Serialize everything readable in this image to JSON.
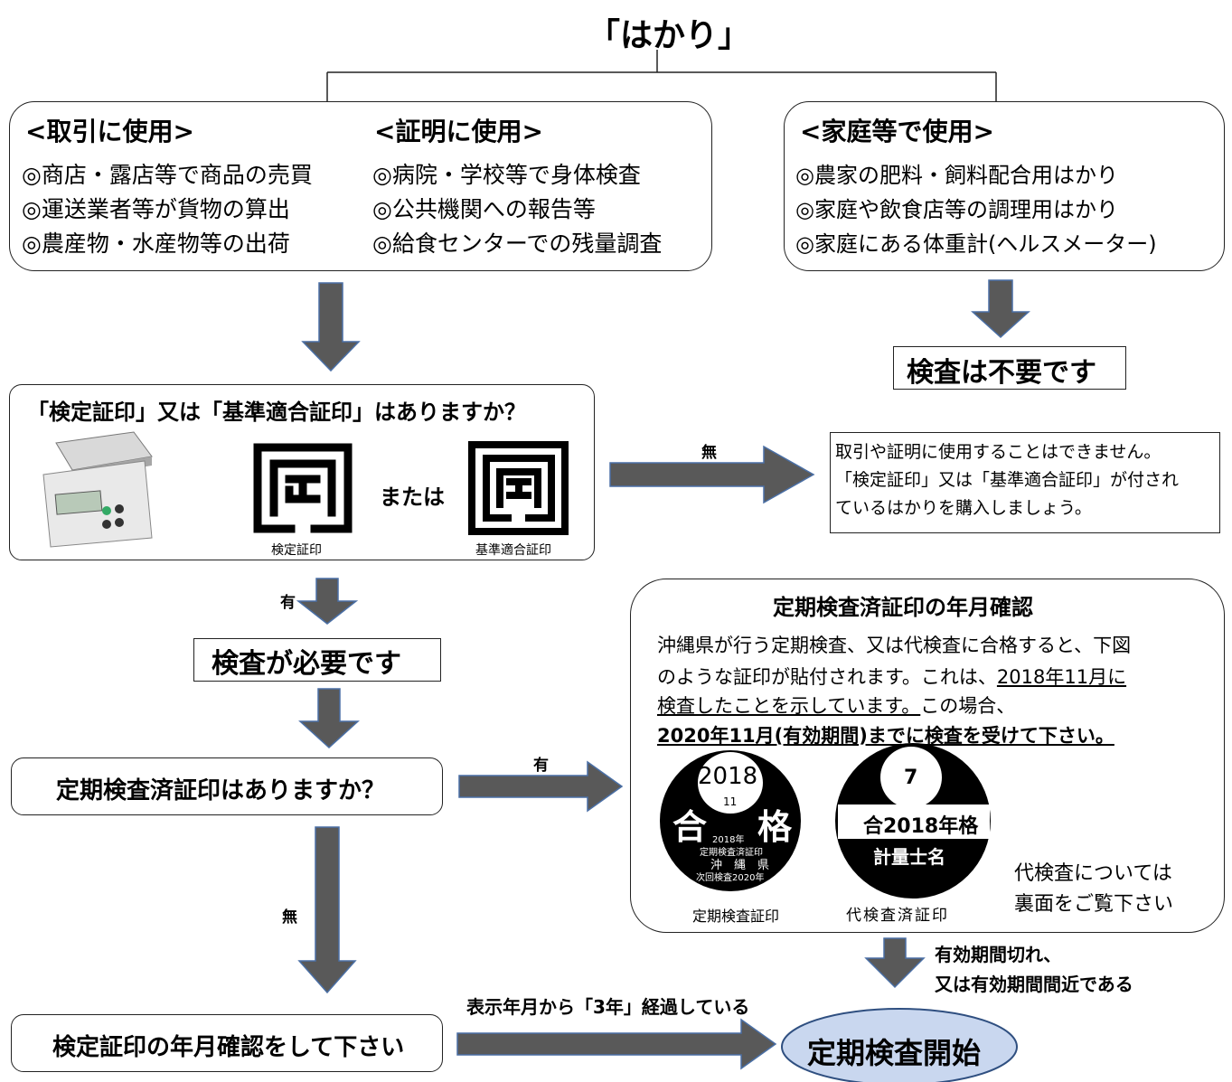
{
  "title": "「はかり」",
  "top_left": {
    "col1_heading": "<取引に使用>",
    "col1_items": [
      "◎商店・露店等で商品の売買",
      "◎運送業者等が貨物の算出",
      "◎農産物・水産物等の出荷"
    ],
    "col2_heading": "<証明に使用>",
    "col2_items": [
      "◎病院・学校等で身体検査",
      "◎公共機関への報告等",
      "◎給食センターでの残量調査"
    ]
  },
  "top_right": {
    "heading": "<家庭等で使用>",
    "items": [
      "◎農家の肥料・飼料配合用はかり",
      "◎家庭や飲食店等の調理用はかり",
      "◎家庭にある体重計(ヘルスメーター)"
    ]
  },
  "no_inspection": "検査は不要です",
  "verify": {
    "question": "「検定証印」又は「基準適合証印」はありますか？",
    "or_text": "または",
    "mark1_caption": "検定証印",
    "mark2_caption": "基準適合証印"
  },
  "label_none_1": "無",
  "cannot_use": {
    "lines": [
      "取引や証明に使用することはできません。",
      "「検定証印」又は「基準適合証印」が付され",
      "ているはかりを購入しましょう。"
    ]
  },
  "label_yes_1": "有",
  "inspection_required": "検査が必要です",
  "periodic_question": "定期検査済証印はありますか？",
  "label_yes_2": "有",
  "label_none_2": "無",
  "check_date": "検定証印の年月確認をして下さい",
  "elapsed_label": "表示年月から「3年」経過している",
  "start": "定期検査開始",
  "expired_label": [
    "有効期間切れ、",
    "又は有効期間間近である"
  ],
  "periodic_box": {
    "heading": "定期検査済証印の年月確認",
    "line1": "沖縄県が行う定期検査、又は代検査に合格すると、下図",
    "line2_plain": "のような証印が貼付されます。これは、",
    "line2_u": "2018年11月に",
    "line3_u": "検査したことを示しています。",
    "line3_plain": "この場合、",
    "line4": "2020年11月(有効期間)までに検査を受けて下さい。",
    "seal1": {
      "year": "2018",
      "month": "11",
      "left_char": "合",
      "right_char": "格",
      "small1": "2018年",
      "small2": "定期検査済証印",
      "small3": "沖　縄　県",
      "small4": "次回検査2020年",
      "caption": "定期検査証印"
    },
    "seal2": {
      "number": "7",
      "band": "合2018年格",
      "bottom": "計量士名",
      "caption": "代検査済証印"
    },
    "note": [
      "代検査については",
      "裏面をご覧下さい"
    ]
  },
  "colors": {
    "arrow": "#595959",
    "arrow_stroke": "#4a6fa5",
    "start_fill": "#c9d7ef",
    "start_stroke": "#2f4f80"
  }
}
